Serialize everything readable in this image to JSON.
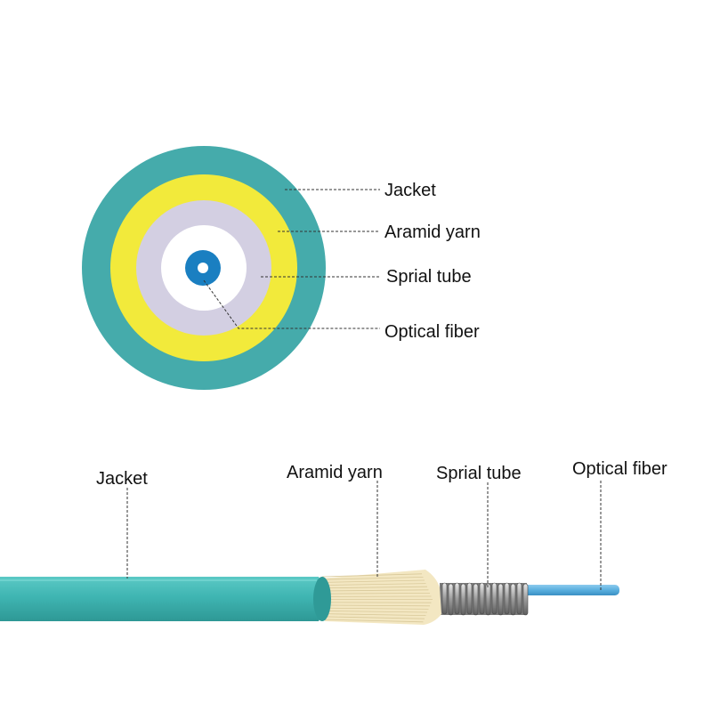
{
  "cross_section": {
    "labels": {
      "jacket": "Jacket",
      "aramid_yarn": "Aramid yarn",
      "spiral_tube": "Sprial tube",
      "optical_fiber": "Optical fiber"
    }
  },
  "side_view": {
    "labels": {
      "jacket": "Jacket",
      "aramid_yarn": "Aramid yarn",
      "spiral_tube": "Sprial tube",
      "optical_fiber": "Optical fiber"
    }
  },
  "colors": {
    "jacket": "#45ABAB",
    "jacket_cable": "#3FB5B2",
    "aramid_yarn_ring": "#F2EA3B",
    "aramid_yarn_fibers": "#F3E7C2",
    "spiral_tube_ring": "#D3CFE2",
    "spiral_tube_metal": "#A8A8A8",
    "buffer": "#FFFFFF",
    "optical_fiber": "#1A7FC1",
    "optical_fiber_side": "#5AAFDE",
    "leader_line": "#333333"
  }
}
